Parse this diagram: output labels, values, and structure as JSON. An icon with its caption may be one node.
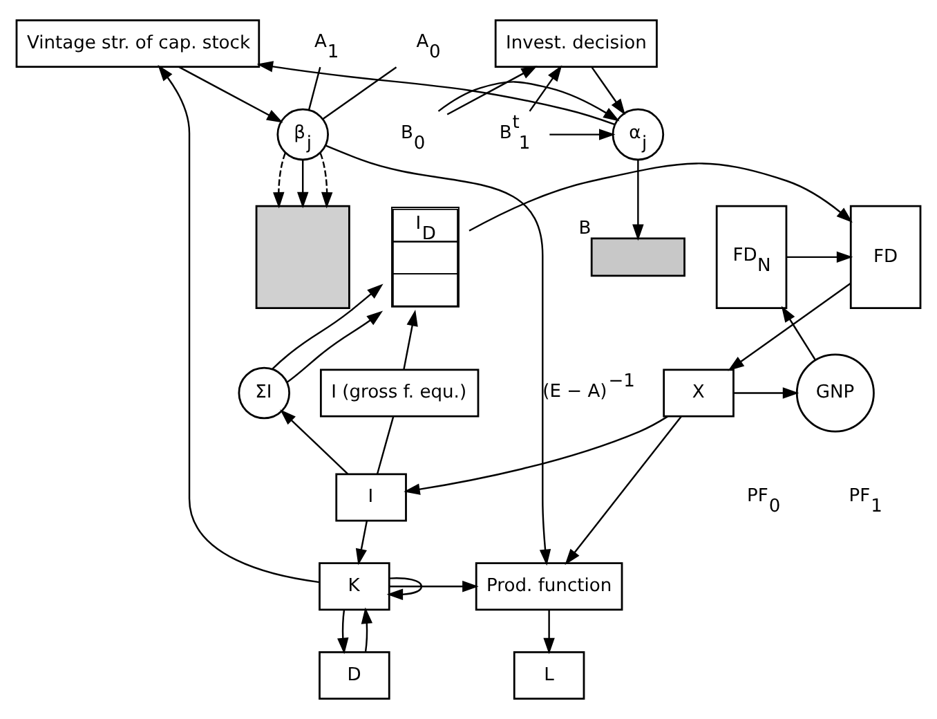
{
  "diagram": {
    "nodes": [
      {
        "text": [
          "A$_{1}$"
        ]
      },
      {
        "text": [
          "A$_{0}$"
        ]
      },
      {
        "text": [
          "Vintage str. of cap. stock"
        ]
      },
      {
        "text": [
          "Invest. decision"
        ]
      },
      {
        "text": [
          "B$^{t}$$_{1}$"
        ]
      },
      {
        "text": [
          "B$_{0}$"
        ]
      },
      {
        "text": [
          "β$_{j}$"
        ]
      },
      {
        "text": [
          "α$_{j}$"
        ]
      },
      {
        "text": [],
        "shape": "box"
      },
      {
        "text": [
          "FD"
        ]
      },
      {
        "text": [
          "FD$_{N}$"
        ]
      },
      {
        "text": [
          "I$_{D}$"
        ]
      },
      {
        "text": [],
        "shape": "bar",
        "beside": [
          "B"
        ]
      },
      {
        "text": [
          "I (gross f. equ.)"
        ]
      },
      {
        "text": [
          "X"
        ]
      },
      {
        "text": [
          "GNP"
        ]
      },
      {
        "text": [
          "ΣI"
        ]
      },
      {
        "text": [
          "I"
        ]
      },
      {
        "text": [
          "Prod. function"
        ]
      },
      {
        "text": [
          "K"
        ]
      },
      {
        "text": [
          "L"
        ]
      },
      {
        "text": [
          "D"
        ]
      }
    ],
    "edges": [
      {
        "from": 0,
        "to": 6,
        "arrow": "none"
      },
      {
        "from": 1,
        "to": 6,
        "arrow": "none"
      },
      {
        "from": 2,
        "to": 6,
        "arrow": "to"
      },
      {
        "from": 3,
        "to": 7,
        "arrow": "to"
      },
      {
        "from": 4,
        "to": 3,
        "arrow": "to"
      },
      {
        "from": 4,
        "to": 7,
        "arrow": "to"
      },
      {
        "from": 5,
        "to": 3,
        "arrow": "to"
      },
      {
        "from": 5,
        "to": 7,
        "arrow": "to"
      },
      {
        "from": 7,
        "to": 2,
        "arrow": "to"
      },
      {
        "from": 6,
        "to": 8,
        "arrow": "to",
        "style": "dashed"
      },
      {
        "from": 6,
        "to": 8,
        "arrow": "to"
      },
      {
        "from": 6,
        "to": 8,
        "arrow": "to",
        "style": "dashed"
      },
      {
        "from": 6,
        "to": 18,
        "arrow": "to",
        "label": "(E − A)$^{−1}$"
      },
      {
        "from": 7,
        "to": 12,
        "arrow": "to"
      },
      {
        "from": 11,
        "to": 9,
        "arrow": "to"
      },
      {
        "from": 10,
        "to": 9,
        "arrow": "to"
      },
      {
        "from": 9,
        "to": 14,
        "arrow": "to"
      },
      {
        "from": 14,
        "to": 15,
        "arrow": "to"
      },
      {
        "from": 15,
        "to": 10,
        "arrow": "to"
      },
      {
        "from": 16,
        "to": 11,
        "arrow": "to"
      },
      {
        "from": 16,
        "to": 11,
        "arrow": "to"
      },
      {
        "from": 13,
        "to": 11,
        "arrow": "to"
      },
      {
        "from": 14,
        "to": 17,
        "arrow": "to"
      },
      {
        "from": 14,
        "to": 18,
        "arrow": "to"
      },
      {
        "from": 17,
        "to": 16,
        "arrow": "to"
      },
      {
        "from": 13,
        "to": 17,
        "arrow": "none"
      },
      {
        "from": 17,
        "to": 19,
        "arrow": "to"
      },
      {
        "from": 19,
        "to": 2,
        "arrow": "to"
      },
      {
        "from": 19,
        "to": 18,
        "arrow": "to"
      },
      {
        "from": 18,
        "to": 20,
        "arrow": "to"
      },
      {
        "from": 19,
        "to": 21,
        "arrow": "to"
      },
      {
        "from": 21,
        "to": 19,
        "arrow": "to"
      },
      {
        "from": 19,
        "to": 19,
        "arrow": "to"
      }
    ],
    "labels": [
      "PF$_{0}$",
      "PF$_{1}$"
    ]
  }
}
